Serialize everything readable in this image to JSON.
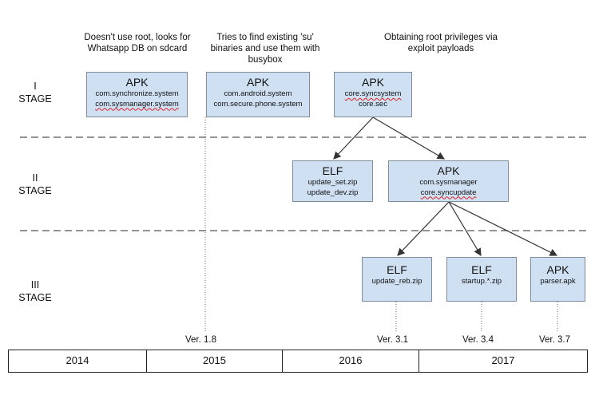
{
  "notes": {
    "col1": [
      "Doesn't use root, looks for",
      "Whatsapp DB on sdcard"
    ],
    "col2": [
      "Tries to find existing 'su'",
      "binaries and use them with",
      "busybox"
    ],
    "col3": [
      "Obtaining root privileges via",
      "exploit payloads"
    ]
  },
  "stages": [
    {
      "num": "I",
      "label": "STAGE"
    },
    {
      "num": "II",
      "label": "STAGE"
    },
    {
      "num": "III",
      "label": "STAGE"
    }
  ],
  "boxes": {
    "apk1": {
      "type": "APK",
      "lines": [
        "com.synchronize.system",
        "com.sysmanager.system"
      ]
    },
    "apk2": {
      "type": "APK",
      "lines": [
        "com.android.system",
        "com.secure.phone.system"
      ]
    },
    "apk3": {
      "type": "APK",
      "lines": [
        "core.syncsystem",
        "core.sec"
      ]
    },
    "elf1": {
      "type": "ELF",
      "lines": [
        "update_set.zip",
        "update_dev.zip"
      ]
    },
    "apk4": {
      "type": "APK",
      "lines": [
        "com.sysmanager",
        "core.syncupdate"
      ]
    },
    "elf2": {
      "type": "ELF",
      "lines": [
        "update_reb.zip"
      ]
    },
    "elf3": {
      "type": "ELF",
      "lines": [
        "startup.*.zip"
      ]
    },
    "apk5": {
      "type": "APK",
      "lines": [
        "parser.apk"
      ]
    }
  },
  "versions": [
    "Ver. 1.8",
    "Ver. 3.1",
    "Ver. 3.4",
    "Ver. 3.7"
  ],
  "years": [
    "2014",
    "2015",
    "2016",
    "2017"
  ],
  "colors": {
    "box_fill": "#cfe0f3",
    "box_border": "#7f8c99",
    "spellcheck": "#d22"
  }
}
